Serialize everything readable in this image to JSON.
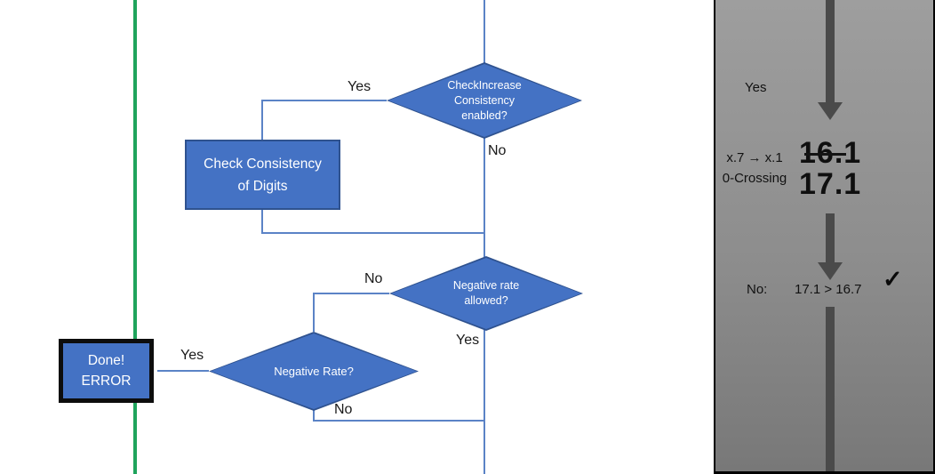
{
  "colors": {
    "shape_blue": "#4472C4",
    "shape_border": "#2F528F",
    "connector_blue": "#5B83C6",
    "green_line": "#1FA45C",
    "panel_gray_top": "#9E9E9E",
    "panel_gray_bottom": "#787878",
    "arrow_gray": "#4A4A4A"
  },
  "flowchart": {
    "decision_check_increase": {
      "lines": [
        "CheckIncrease",
        "Consistency",
        "enabled?"
      ]
    },
    "process_check_consistency": {
      "lines": [
        "Check Consistency",
        "of Digits"
      ]
    },
    "decision_negative_rate_allowed": {
      "lines": [
        "Negative rate",
        "allowed?"
      ]
    },
    "decision_negative_rate": {
      "label": "Negative Rate?"
    },
    "terminal_done_error": {
      "lines": [
        "Done!",
        "ERROR"
      ]
    },
    "labels": {
      "yes_top": "Yes",
      "no_top": "No",
      "no_mid": "No",
      "yes_mid": "Yes",
      "yes_done": "Yes",
      "no_bottom": "No"
    }
  },
  "panel": {
    "yes_label": "Yes",
    "crossing_note": {
      "lines": [
        "x.7 → x.1",
        "0-Crossing"
      ]
    },
    "old_value": "16.1",
    "new_value": "17.1",
    "comparison": {
      "no_label": "No:",
      "expression": "17.1 > 16.7",
      "check": "✓"
    }
  }
}
